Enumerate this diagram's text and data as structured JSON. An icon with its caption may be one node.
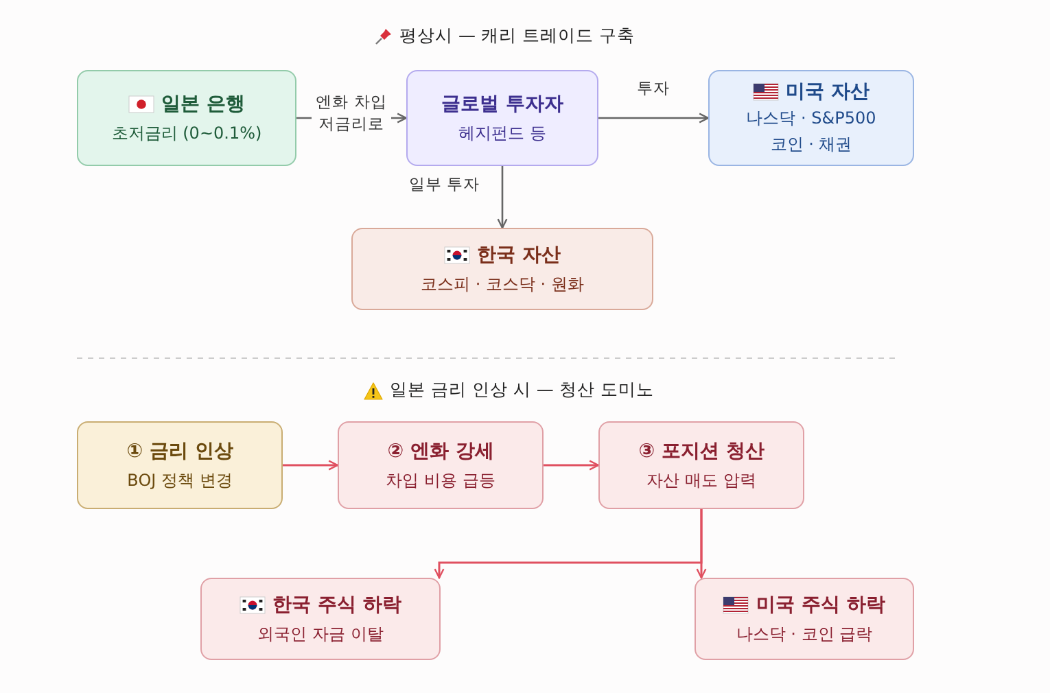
{
  "diagram": {
    "nodes": [
      {
        "text": [
          "일본 은행",
          "초저금리 (0~0.1%)"
        ]
      },
      {
        "text": [
          "글로벌 투자자",
          "헤지펀드 등"
        ]
      },
      {
        "text": [
          "미국 자산",
          "나스닥 · S&P500",
          "코인 · 채권"
        ]
      },
      {
        "text": [
          "한국 자산",
          "코스피 · 코스닥 · 원화"
        ]
      },
      {
        "text": [
          "① 금리 인상",
          "BOJ 정책 변경"
        ]
      },
      {
        "text": [
          "② 엔화 강세",
          "차입 비용 급등"
        ]
      },
      {
        "text": [
          "③ 포지션 청산",
          "자산 매도 압력"
        ]
      },
      {
        "text": [
          "한국 주식 하락",
          "외국인 자금 이탈"
        ]
      },
      {
        "text": [
          "미국 주식 하락",
          "나스닥 · 코인 급락"
        ]
      }
    ],
    "edges": [
      {
        "from": 0,
        "to": 1,
        "arrow": "to",
        "label": "엔화 차입 저금리로",
        "color": "#666666"
      },
      {
        "from": 1,
        "to": 2,
        "arrow": "to",
        "label": "투자",
        "color": "#666666"
      },
      {
        "from": 1,
        "to": 3,
        "arrow": "to",
        "label": "일부 투자",
        "color": "#666666"
      },
      {
        "from": 4,
        "to": 5,
        "arrow": "to"
      },
      {
        "from": 5,
        "to": 6,
        "arrow": "to"
      },
      {
        "from": 6,
        "to": 7,
        "arrow": "to"
      },
      {
        "from": 6,
        "to": 8,
        "arrow": "to"
      }
    ],
    "labels": [
      "평상시 — 캐리 트레이드 구축",
      "일본 금리 인상 시 — 청산 도미노"
    ]
  }
}
